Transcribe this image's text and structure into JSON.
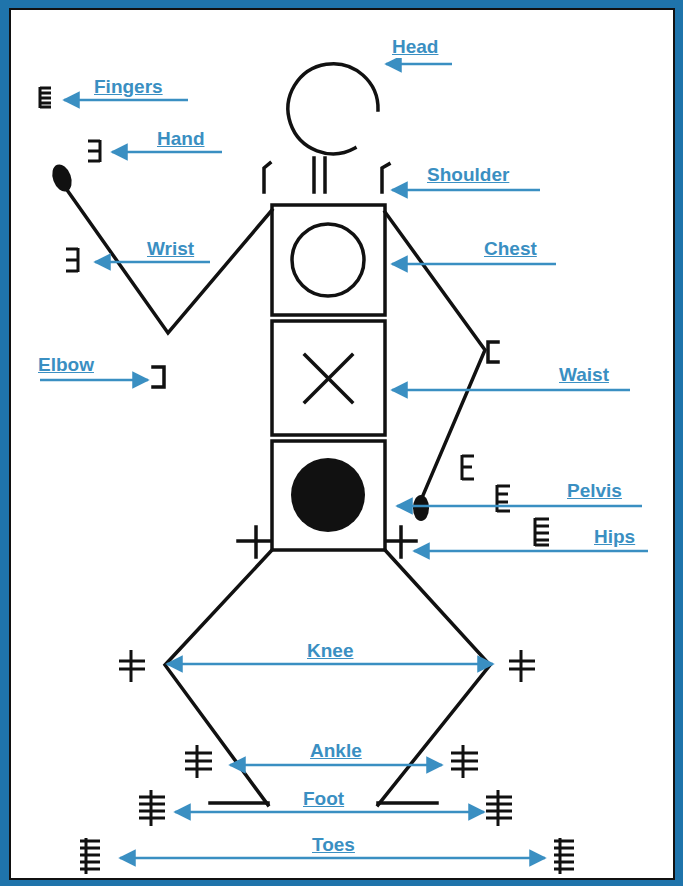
{
  "diagram": {
    "labels": [
      "Head",
      "Fingers",
      "Hand",
      "Shoulder",
      "Wrist",
      "Chest",
      "Elbow",
      "Waist",
      "Pelvis",
      "Hips",
      "Knee",
      "Ankle",
      "Foot",
      "Toes"
    ]
  }
}
